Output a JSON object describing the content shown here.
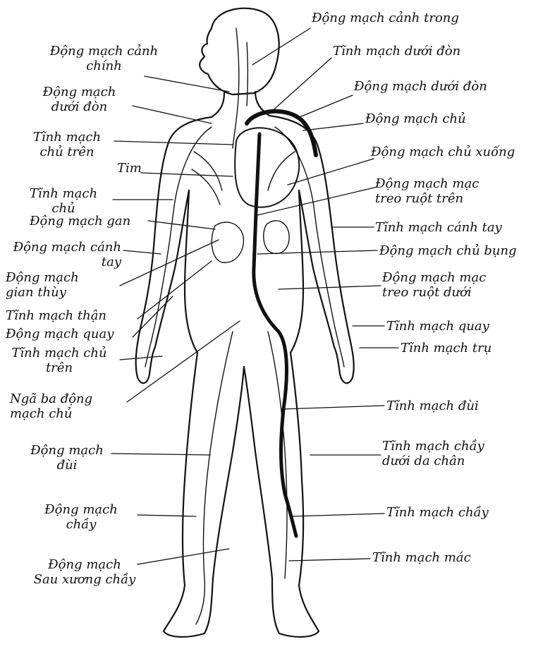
{
  "labels": {
    "right": [
      "Động mạch cảnh trong",
      "Tĩnh mạch dưới đòn",
      "Động mạch dưới đòn",
      "Động mạch chủ",
      "Động mạch chủ xuống",
      "Động mạch mạc\ntreo ruột trên",
      "Tĩnh mạch cánh tay",
      "Động mạch chủ bụng",
      "Động mạch mạc\ntreo ruột dưới",
      "Tĩnh mạch quay",
      "Tĩnh mạch trụ",
      "Tĩnh mạch đùi",
      "Tĩnh mạch chầy\ndưới da chân",
      "Tĩnh mạch chầy",
      "Tĩnh mạch mác"
    ],
    "left": [
      "Động mạch cảnh\nchính",
      "Động mạch\ndưới đòn",
      "Tĩnh mạch\nchủ trên",
      "Tim",
      "Tĩnh mạch\nchủ",
      "Động mạch gan",
      "Động mạch cánh\ntay",
      "Động mạch\ngian thùy",
      "Tĩnh mạch thận",
      "Động mạch quay",
      "Tĩnh mạch chủ\ntrên",
      "Ngã ba động\nmạch chủ",
      "Động mạch\nđùi",
      "Động mạch\nchầy",
      "Động mạch\nSau xương chầy"
    ]
  }
}
